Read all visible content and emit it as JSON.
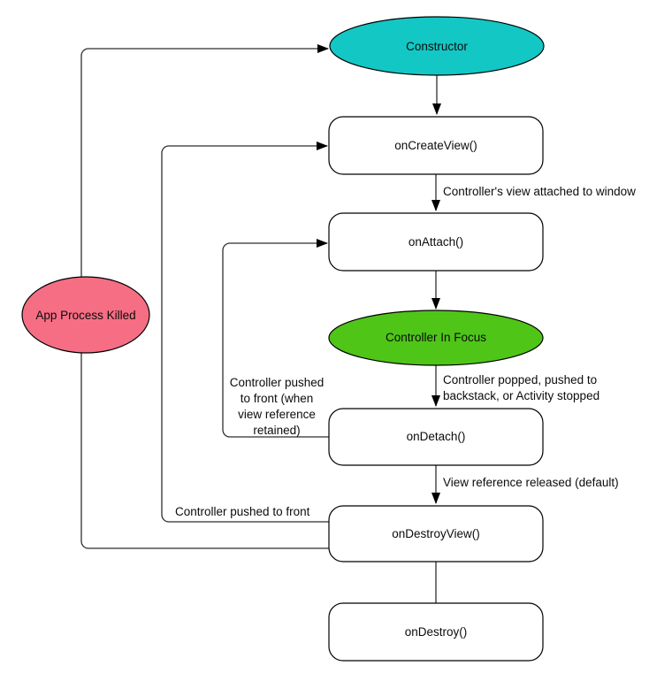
{
  "diagram": {
    "colors": {
      "constructor_fill": "#13C7C4",
      "in_focus_fill": "#4FC518",
      "process_killed_fill": "#F56E84",
      "stroke": "#000000"
    },
    "nodes": {
      "constructor": {
        "label": "Constructor",
        "type": "ellipse"
      },
      "on_create_view": {
        "label": "onCreateView()",
        "type": "box"
      },
      "on_attach": {
        "label": "onAttach()",
        "type": "box"
      },
      "in_focus": {
        "label": "Controller In Focus",
        "type": "ellipse"
      },
      "on_detach": {
        "label": "onDetach()",
        "type": "box"
      },
      "on_destroy_view": {
        "label": "onDestroyView()",
        "type": "box"
      },
      "on_destroy": {
        "label": "onDestroy()",
        "type": "box"
      },
      "app_process_killed": {
        "label": "App Process Killed",
        "type": "ellipse"
      }
    },
    "edge_labels": {
      "view_attached": "Controller's view attached to window",
      "popped_1": "Controller popped, pushed to",
      "popped_2": "backstack, or Activity stopped",
      "retained_1": "Controller pushed",
      "retained_2": "to front (when",
      "retained_3": "view reference",
      "retained_4": "retained)",
      "view_released": "View reference released (default)",
      "pushed_to_front": "Controller pushed to front"
    },
    "edges": [
      {
        "from": "constructor",
        "to": "on_create_view",
        "arrow": true
      },
      {
        "from": "on_create_view",
        "to": "on_attach",
        "arrow": true,
        "label": "Controller's view attached to window"
      },
      {
        "from": "on_attach",
        "to": "in_focus",
        "arrow": true
      },
      {
        "from": "in_focus",
        "to": "on_detach",
        "arrow": true,
        "label": "Controller popped, pushed to backstack, or Activity stopped"
      },
      {
        "from": "on_detach",
        "to": "on_destroy_view",
        "arrow": true,
        "label": "View reference released (default)"
      },
      {
        "from": "on_destroy_view",
        "to": "on_destroy",
        "arrow": false
      },
      {
        "from": "on_detach",
        "to": "on_attach",
        "arrow": true,
        "label": "Controller pushed to front (when view reference retained)"
      },
      {
        "from": "on_destroy_view",
        "to": "on_create_view",
        "arrow": true,
        "label": "Controller pushed to front"
      },
      {
        "from": "on_destroy_view",
        "to": "constructor",
        "arrow": true,
        "via": "app_process_killed"
      }
    ]
  }
}
